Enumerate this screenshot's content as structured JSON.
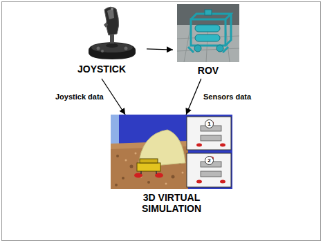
{
  "diagram": {
    "nodes": [
      {
        "text": [
          "JOYSTICK"
        ]
      },
      {
        "text": [
          "ROV"
        ]
      },
      {
        "text": [
          "3D VIRTUAL SIMULATION"
        ]
      }
    ],
    "edges": [
      {
        "from": 0,
        "to": 1,
        "arrow": "to"
      },
      {
        "from": 0,
        "to": 2,
        "label": "Joystick data",
        "arrow": "to"
      },
      {
        "from": 1,
        "to": 2,
        "label": "Sensors data",
        "arrow": "to"
      }
    ],
    "labels": [
      "1",
      "2"
    ]
  }
}
